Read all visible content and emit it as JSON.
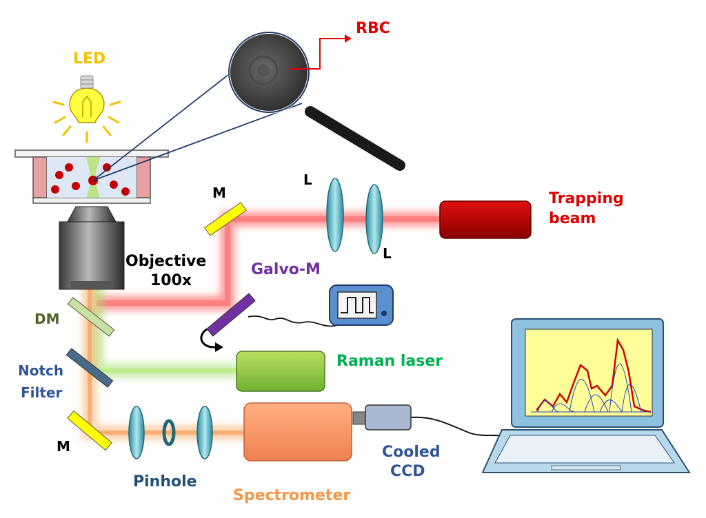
{
  "labels": {
    "led": "LED",
    "rbc": "RBC",
    "l_top": "L",
    "l_bottom": "L",
    "m_top": "M",
    "m_bottom": "M",
    "trapping_line1": "Trapping",
    "trapping_line2": "beam",
    "objective_line1": "Objective",
    "objective_line2": "100x",
    "galvo": "Galvo-M",
    "dm": "DM",
    "notch_line1": "Notch",
    "notch_line2": "Filter",
    "raman": "Raman laser",
    "pinhole": "Pinhole",
    "spectrometer": "Spectrometer",
    "cooled_line1": "Cooled",
    "cooled_line2": "CCD"
  },
  "colors": {
    "led": "#f2c200",
    "rbc": "#e00000",
    "trapping": "#e00000",
    "mirror_label": "#000000",
    "objective": "#000000",
    "galvo": "#7030a0",
    "dm": "#4f6228",
    "notch": "#2f5597",
    "raman": "#00b050",
    "pinhole": "#1f4e79",
    "spectrometer": "#f79646",
    "cooled": "#2f5597",
    "red_beam": "#ff4040",
    "green_beam": "#92d050",
    "orange_beam": "#f4a460",
    "mirror": "#ffff00",
    "rbc_cell": "#c00000",
    "spectrum_line": "#d00000",
    "spectrum_fit": "#2040c0",
    "screen_bg": "#ffff99"
  },
  "icons": [
    "led-bulb-icon",
    "magnifier-icon",
    "function-generator-icon",
    "laptop-icon",
    "rotation-arrow-icon"
  ]
}
